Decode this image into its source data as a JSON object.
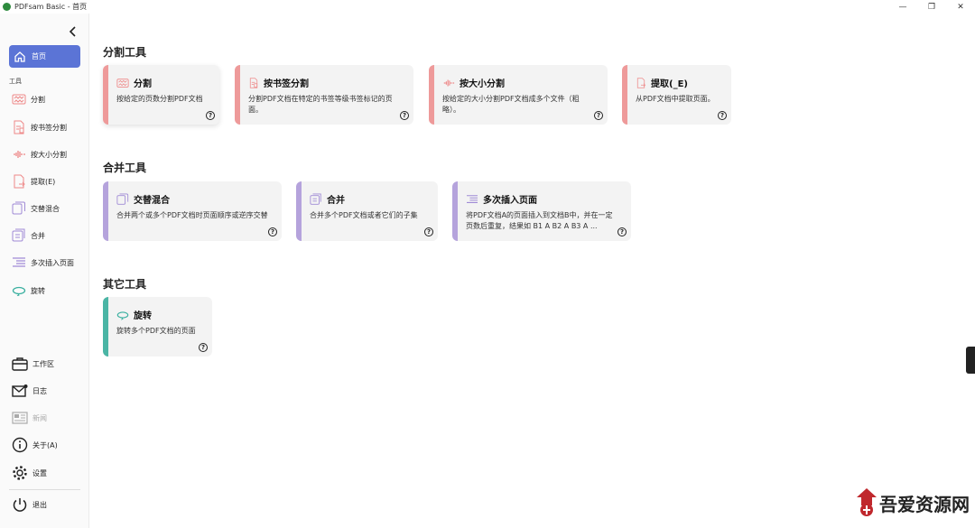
{
  "window": {
    "title": "PDFsam Basic - 首页",
    "controls": [
      "—",
      "❐",
      "✕"
    ]
  },
  "sidebar": {
    "home_label": "首页",
    "tools_label": "工具",
    "tools": [
      {
        "label": "分割"
      },
      {
        "label": "按书签分割"
      },
      {
        "label": "按大小分割"
      },
      {
        "label": "提取(E)"
      },
      {
        "label": "交替混合"
      },
      {
        "label": "合并"
      },
      {
        "label": "多次插入页面"
      },
      {
        "label": "旋转"
      }
    ],
    "bottom": [
      {
        "label": "工作区"
      },
      {
        "label": "日志"
      },
      {
        "label": "新闻",
        "disabled": true
      },
      {
        "label": "关于(A)"
      },
      {
        "label": "设置"
      }
    ],
    "exit_label": "退出"
  },
  "groups": [
    {
      "title": "分割工具",
      "color": "#ee9a9a",
      "cards": [
        {
          "title": "分割",
          "desc": "按给定的页数分割PDF文档"
        },
        {
          "title": "按书签分割",
          "desc": "分割PDF文档在特定的书签等级书签标记的页面。"
        },
        {
          "title": "按大小分割",
          "desc": "按给定的大小分割PDF文档成多个文件（粗略）。"
        },
        {
          "title": "提取(_E)",
          "desc": "从PDF文档中提取页面。"
        }
      ]
    },
    {
      "title": "合并工具",
      "color": "#b5a3dc",
      "cards": [
        {
          "title": "交替混合",
          "desc": "合并两个或多个PDF文档时页面顺序或逆序交替"
        },
        {
          "title": "合并",
          "desc": "合并多个PDF文档或者它们的子集"
        },
        {
          "title": "多次插入页面",
          "desc": "将PDF文档A的页面插入到文档B中，并在一定页数后重复，结果如 B1 A B2 A B3 A ..."
        }
      ]
    },
    {
      "title": "其它工具",
      "color": "#4bb5a5",
      "cards": [
        {
          "title": "旋转",
          "desc": "旋转多个PDF文档的页面"
        }
      ]
    }
  ],
  "help_glyph": "?",
  "watermark_text": "吾爱资源网"
}
